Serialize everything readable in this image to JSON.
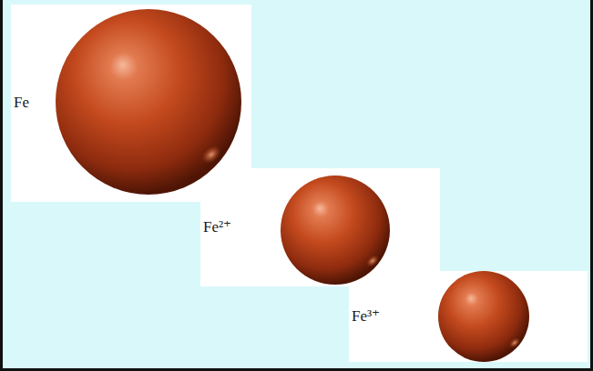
{
  "diagram": {
    "nodes": [
      {
        "text": [
          "Fe"
        ]
      },
      {
        "text": [
          "Fe²⁺"
        ]
      },
      {
        "text": [
          "Fe³⁺"
        ]
      }
    ]
  }
}
